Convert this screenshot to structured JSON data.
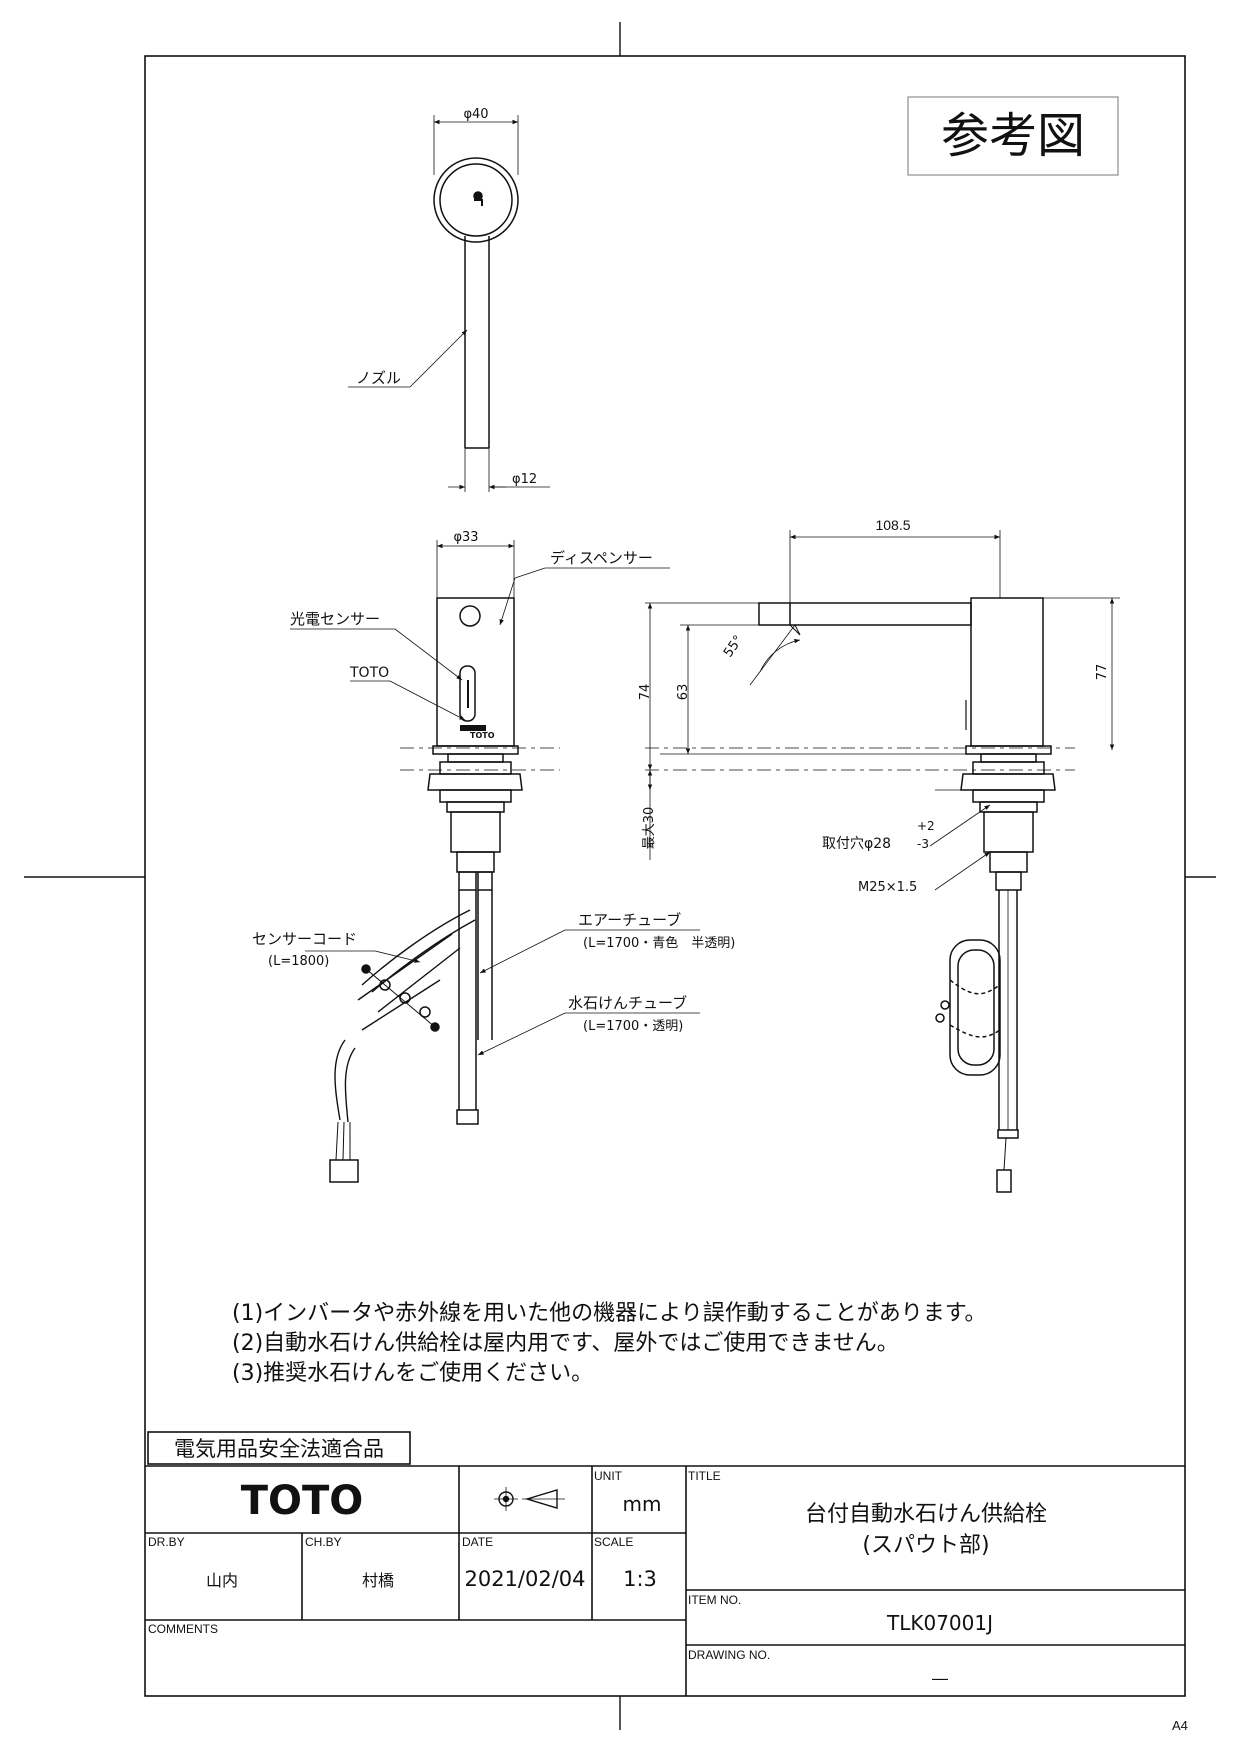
{
  "stamp": "参考図",
  "views": {
    "top": {
      "dia40": "φ40",
      "nozzle": "ノズル",
      "dia12": "φ12"
    },
    "front": {
      "dia33": "φ33",
      "dispenser": "ディスペンサー",
      "sensor": "光電センサー",
      "toto": "TOTO",
      "logo_small": "TOTO"
    },
    "side": {
      "d108": "108.5",
      "d74": "74",
      "d63": "63",
      "d77": "77",
      "angle": "55°",
      "max30": "最大30",
      "hole_label": "取付穴φ28",
      "tol_plus": "+2",
      "tol_minus": "-3",
      "thread": "M25×1.5"
    },
    "tubes": {
      "sensor_cord": "センサーコード",
      "sensor_cord_len": "(L=1800)",
      "air_tube": "エアーチューブ",
      "air_tube_spec": "(L=1700・青色　半透明)",
      "soap_tube": "水石けんチューブ",
      "soap_tube_spec": "(L=1700・透明)"
    }
  },
  "notes": [
    "(1)インバータや赤外線を用いた他の機器により誤作動することがあります。",
    "(2)自動水石けん供給栓は屋内用です、屋外ではご使用できません。",
    "(3)推奨水石けんをご使用ください。"
  ],
  "compliance": "電気用品安全法適合品",
  "title_block": {
    "logo": "TOTO",
    "unit_label": "UNIT",
    "unit": "mm",
    "title_label": "TITLE",
    "title_line1": "台付自動水石けん供給栓",
    "title_line2": "(スパウト部)",
    "drby_label": "DR.BY",
    "drby": "山内",
    "chby_label": "CH.BY",
    "chby": "村橋",
    "date_label": "DATE",
    "date": "2021/02/04",
    "scale_label": "SCALE",
    "scale": "1:3",
    "item_label": "ITEM NO.",
    "item": "TLK07001J",
    "comments_label": "COMMENTS",
    "drawing_label": "DRAWING NO.",
    "drawing": "―"
  },
  "paper_size": "A4"
}
